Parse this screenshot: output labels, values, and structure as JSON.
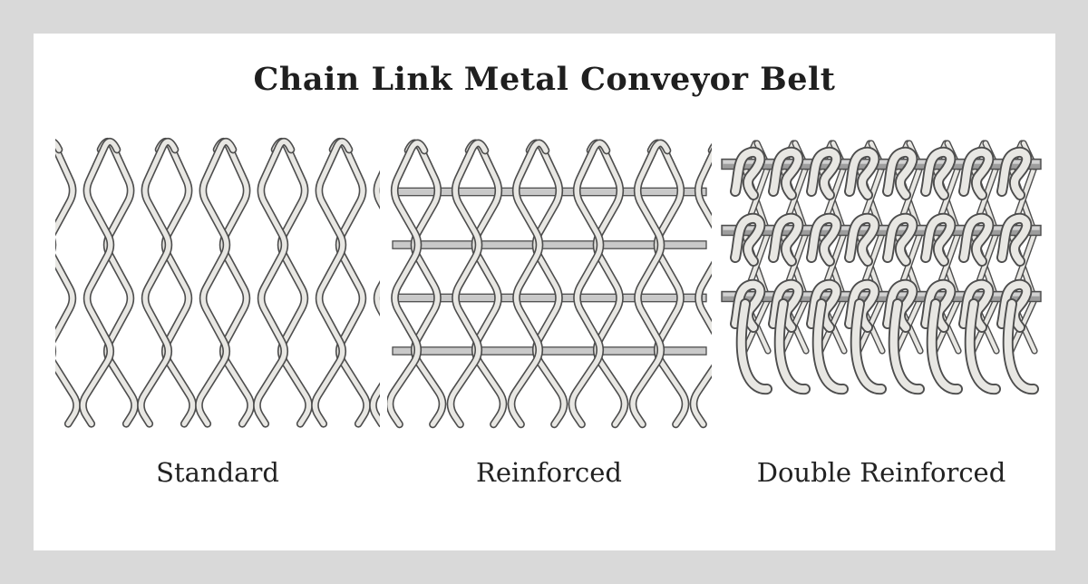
{
  "title": "Chain Link Metal Conveyor Belt",
  "figures": [
    {
      "id": "standard",
      "label": "Standard"
    },
    {
      "id": "reinforced",
      "label": "Reinforced"
    },
    {
      "id": "double-reinforced",
      "label": "Double Reinforced"
    }
  ],
  "colors": {
    "background": "#d9d9d9",
    "card": "#ffffff",
    "title_color": "#1f1f1f",
    "label_color": "#222222",
    "wire_fill": "#e8e7e3",
    "wire_outline": "#4d4d4d",
    "rod_fill": "#c9c9c9",
    "rod_dark_fill": "#9d9d9d",
    "rod_top_fill": "#d2d2d2"
  }
}
